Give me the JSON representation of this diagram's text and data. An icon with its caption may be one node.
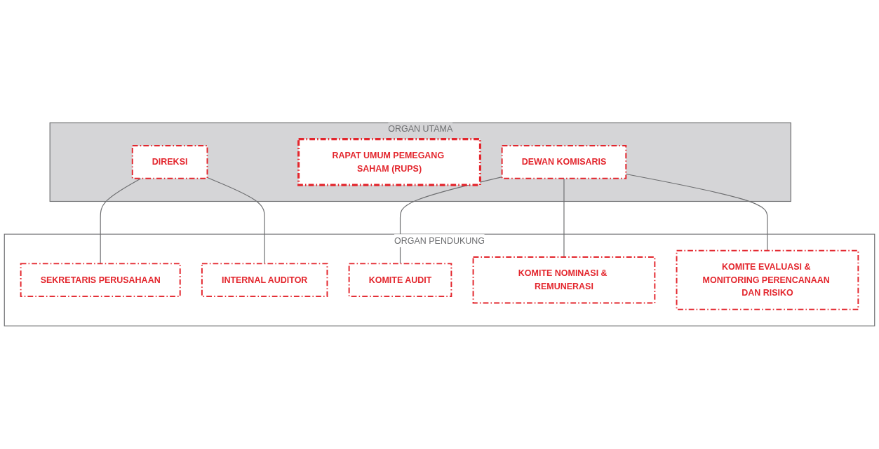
{
  "diagram": {
    "nodes": [
      {
        "text": [
          "ORGAN UTAMA"
        ]
      },
      {
        "text": [
          "DIREKSI"
        ],
        "in": 0
      },
      {
        "text": [
          "RAPAT UMUM PEMEGANG SAHAM (RUPS)"
        ],
        "in": 0
      },
      {
        "text": [
          "DEWAN KOMISARIS"
        ],
        "in": 0
      },
      {
        "text": [
          "ORGAN PENDUKUNG"
        ]
      },
      {
        "text": [
          "SEKRETARIS PERUSAHAAN"
        ],
        "in": 4
      },
      {
        "text": [
          "INTERNAL AUDITOR"
        ],
        "in": 4
      },
      {
        "text": [
          "KOMITE AUDIT"
        ],
        "in": 4
      },
      {
        "text": [
          "KOMITE NOMINASI & REMUNERASI"
        ],
        "in": 4
      },
      {
        "text": [
          "KOMITE EVALUASI & MONITORING PERENCANAAN DAN RISIKO"
        ],
        "in": 4
      }
    ],
    "edges": [
      {
        "from": 1,
        "to": 5,
        "arrow": "none"
      },
      {
        "from": 1,
        "to": 6,
        "arrow": "none"
      },
      {
        "from": 3,
        "to": 7,
        "arrow": "none"
      },
      {
        "from": 3,
        "to": 8,
        "arrow": "none"
      },
      {
        "from": 3,
        "to": 9,
        "arrow": "none"
      }
    ]
  }
}
